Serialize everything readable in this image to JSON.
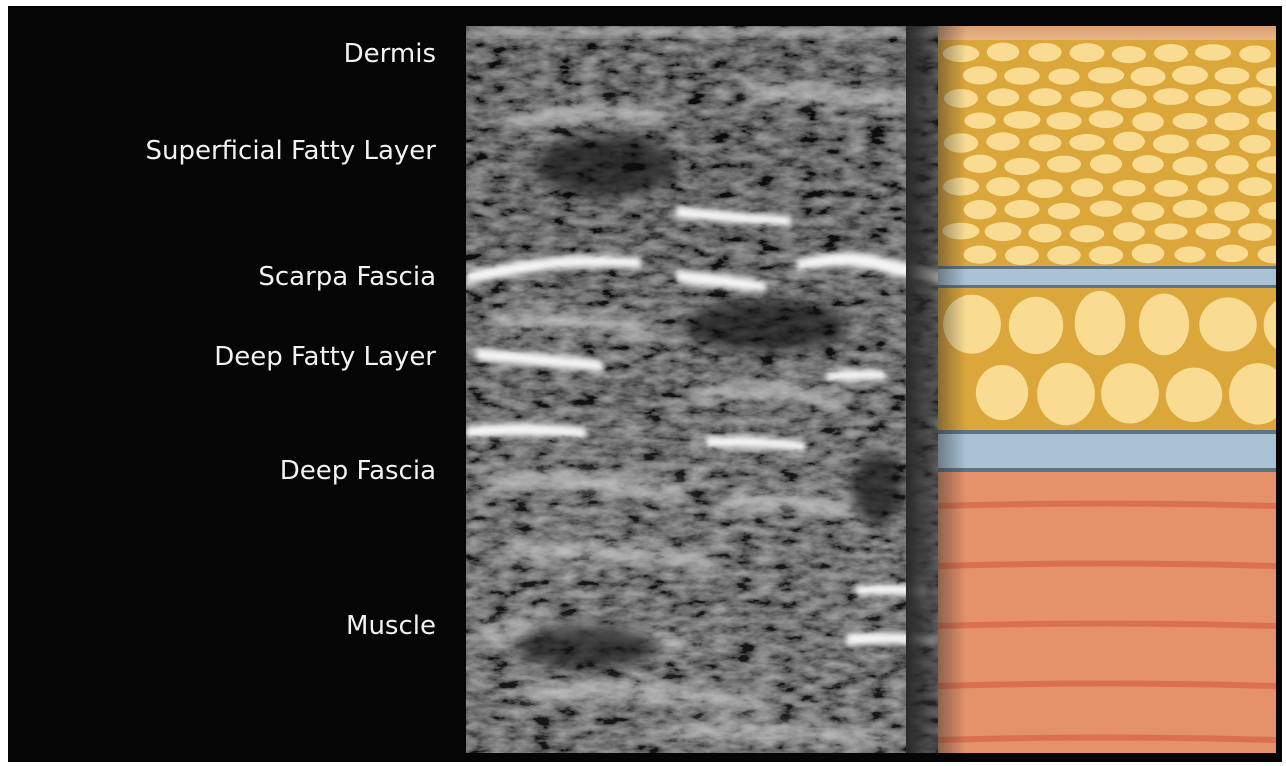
{
  "labels": {
    "dermis": "Dermis",
    "superficial_fatty_layer": "Superficial Fatty Layer",
    "scarpa_fascia": "Scarpa Fascia",
    "deep_fatty_layer": "Deep Fatty Layer",
    "deep_fascia": "Deep Fascia",
    "muscle": "Muscle"
  },
  "colors": {
    "background": "#050505",
    "label_text": "#f2f2f2",
    "fat_fill": "#f9dc92",
    "fat_septa": "#dba63a",
    "fascia": "#a9c2d4",
    "fascia_edge": "#5e7282",
    "muscle": "#e5926a",
    "muscle_stripe": "#d5644a"
  }
}
